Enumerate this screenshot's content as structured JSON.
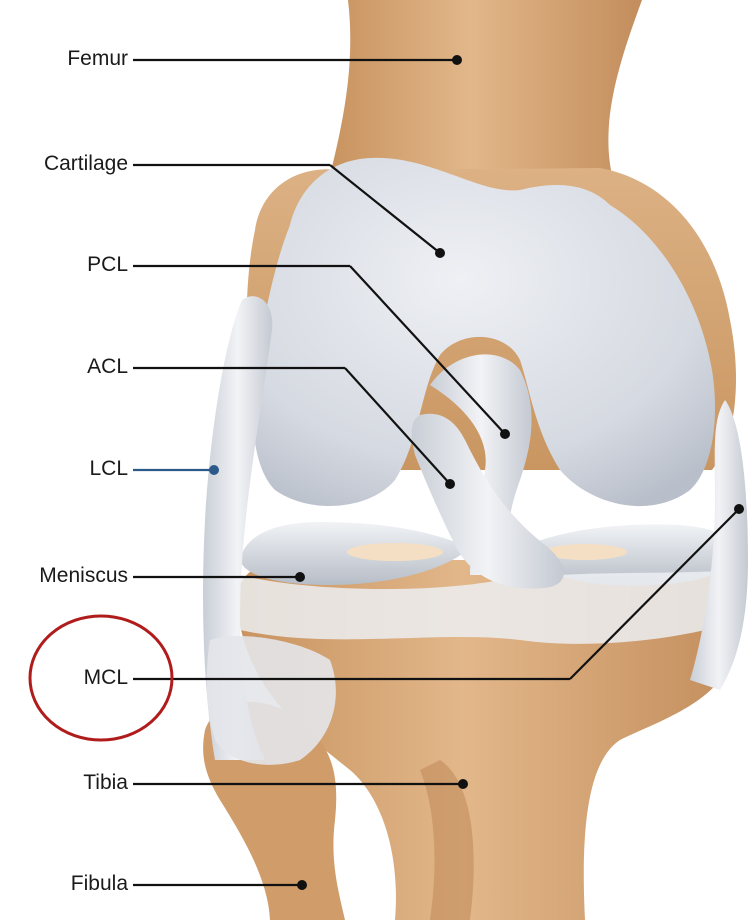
{
  "labels": {
    "femur": "Femur",
    "cartilage": "Cartilage",
    "pcl": "PCL",
    "acl": "ACL",
    "lcl": "LCL",
    "meniscus": "Meniscus",
    "mcl": "MCL",
    "tibia": "Tibia",
    "fibula": "Fibula"
  },
  "highlight": {
    "target": "MCL",
    "color": "#b01c1c"
  },
  "colors": {
    "bone": "#d9ad80",
    "cartilage": "#d7dbe3",
    "ligament": "#e9ebef",
    "meniscus": "#e4e7ec",
    "leader_line": "#111111",
    "lcl_leader_line": "#2b5a8a"
  }
}
